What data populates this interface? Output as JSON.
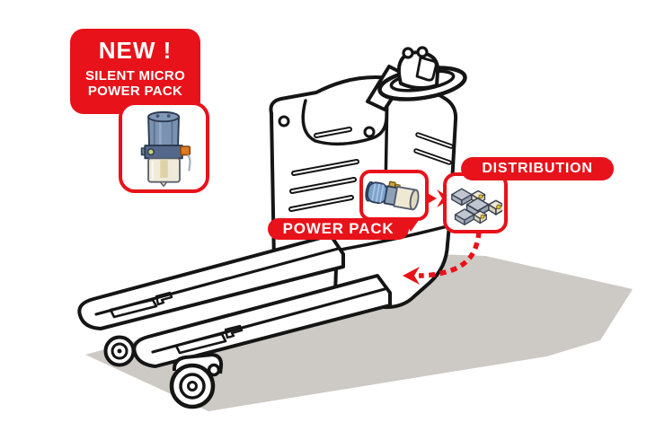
{
  "scene": {
    "subject": "electric-pallet-truck-illustration",
    "colors": {
      "accent_red": "#E8121A",
      "shadow_gray": "#CDC9C4",
      "line_black": "#151515",
      "background": "#FFFFFF"
    }
  },
  "new_badge": {
    "title": "NEW !",
    "line1": "SILENT MICRO",
    "line2": "POWER PACK"
  },
  "callouts": {
    "micro_power_pack": {
      "image": "silent-micro-power-pack"
    },
    "power_pack": {
      "label": "POWER PACK",
      "image": "power-pack-unit"
    },
    "distribution": {
      "label": "DISTRIBUTION",
      "image": "distribution-valves"
    }
  }
}
